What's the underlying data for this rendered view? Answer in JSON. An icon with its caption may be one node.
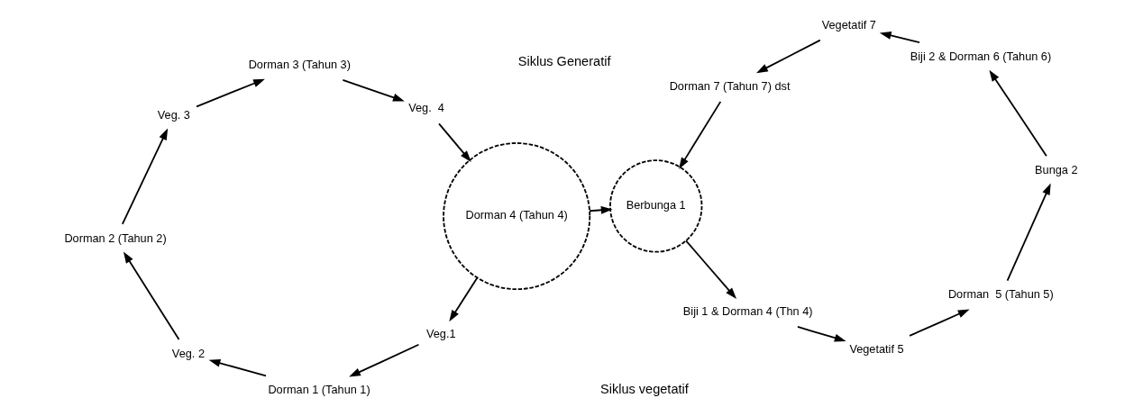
{
  "diagram": {
    "nodes": [
      {
        "text": [
          "Dorman 1 (Tahun 1)"
        ]
      },
      {
        "text": [
          "Veg. 2"
        ]
      },
      {
        "text": [
          "Dorman 2 (Tahun 2)"
        ]
      },
      {
        "text": [
          "Veg. 3"
        ]
      },
      {
        "text": [
          "Dorman 3 (Tahun 3)"
        ]
      },
      {
        "text": [
          "Veg.  4"
        ]
      },
      {
        "text": [
          "Dorman 4 (Tahun 4)"
        ]
      },
      {
        "text": [
          "Veg.1"
        ]
      },
      {
        "text": [
          "Berbunga 1"
        ]
      },
      {
        "text": [
          "Biji 1 & Dorman 4 (Thn 4)"
        ]
      },
      {
        "text": [
          "Vegetatif 5"
        ]
      },
      {
        "text": [
          "Dorman  5 (Tahun 5)"
        ]
      },
      {
        "text": [
          "Bunga 2"
        ]
      },
      {
        "text": [
          "Biji 2 & Dorman 6 (Tahun 6)"
        ]
      },
      {
        "text": [
          "Vegetatif 7"
        ]
      },
      {
        "text": [
          "Dorman 7 (Tahun 7) dst"
        ]
      }
    ],
    "edges": [
      {
        "from": 7,
        "to": 0,
        "arrow": "to"
      },
      {
        "from": 0,
        "to": 1,
        "arrow": "to"
      },
      {
        "from": 1,
        "to": 2,
        "arrow": "to"
      },
      {
        "from": 2,
        "to": 3,
        "arrow": "to"
      },
      {
        "from": 3,
        "to": 4,
        "arrow": "to"
      },
      {
        "from": 4,
        "to": 5,
        "arrow": "to"
      },
      {
        "from": 5,
        "to": 6,
        "arrow": "to"
      },
      {
        "from": 6,
        "to": 7,
        "arrow": "to"
      },
      {
        "from": 6,
        "to": 8,
        "arrow": "to"
      },
      {
        "from": 8,
        "to": 9,
        "arrow": "to"
      },
      {
        "from": 9,
        "to": 10,
        "arrow": "to"
      },
      {
        "from": 10,
        "to": 11,
        "arrow": "to"
      },
      {
        "from": 11,
        "to": 12,
        "arrow": "to"
      },
      {
        "from": 12,
        "to": 13,
        "arrow": "to"
      },
      {
        "from": 13,
        "to": 14,
        "arrow": "to"
      },
      {
        "from": 14,
        "to": 15,
        "arrow": "to"
      },
      {
        "from": 15,
        "to": 8,
        "arrow": "to"
      }
    ],
    "labels": [
      "Siklus Generatif",
      "Siklus vegetatif"
    ]
  }
}
